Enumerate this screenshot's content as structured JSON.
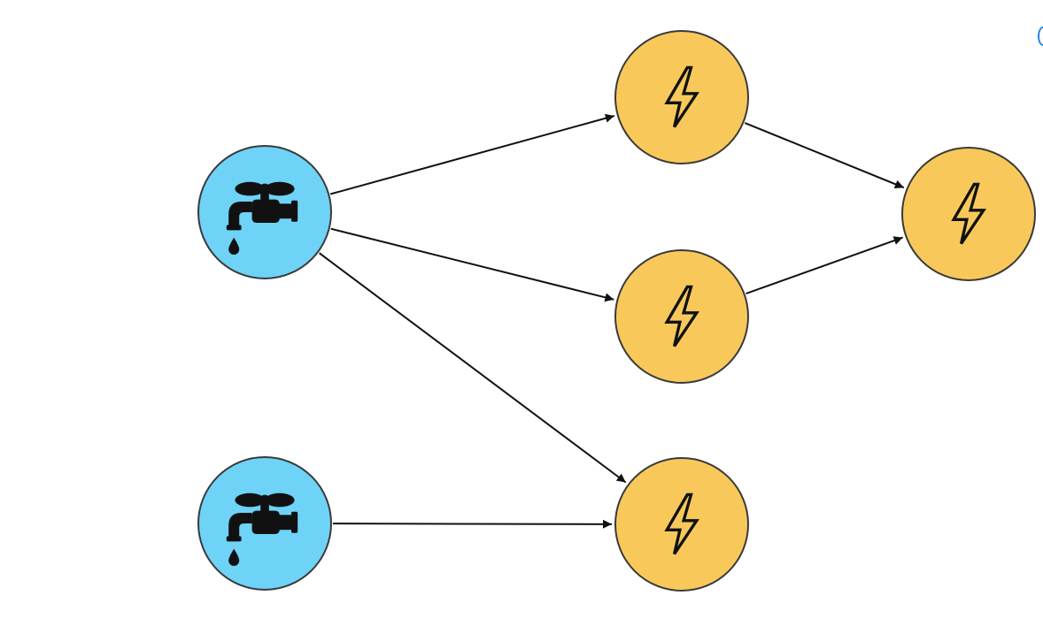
{
  "diagram": {
    "type": "topology",
    "colors": {
      "spout_fill": "#6ed3f7",
      "bolt_fill": "#f8c95a",
      "node_stroke": "#3a3a3a",
      "edge": "#111111",
      "icon": "#111111"
    },
    "nodes": [
      {
        "id": "spout-1",
        "kind": "spout",
        "icon": "faucet-icon"
      },
      {
        "id": "spout-2",
        "kind": "spout",
        "icon": "faucet-icon"
      },
      {
        "id": "bolt-1",
        "kind": "bolt",
        "icon": "lightning-bolt-icon"
      },
      {
        "id": "bolt-2",
        "kind": "bolt",
        "icon": "lightning-bolt-icon"
      },
      {
        "id": "bolt-3",
        "kind": "bolt",
        "icon": "lightning-bolt-icon"
      },
      {
        "id": "bolt-4",
        "kind": "bolt",
        "icon": "lightning-bolt-icon"
      }
    ],
    "edges": [
      {
        "from": "spout-1",
        "to": "bolt-1"
      },
      {
        "from": "spout-1",
        "to": "bolt-2"
      },
      {
        "from": "spout-1",
        "to": "bolt-3"
      },
      {
        "from": "spout-2",
        "to": "bolt-3"
      },
      {
        "from": "bolt-1",
        "to": "bolt-4"
      },
      {
        "from": "bolt-2",
        "to": "bolt-4"
      }
    ]
  }
}
